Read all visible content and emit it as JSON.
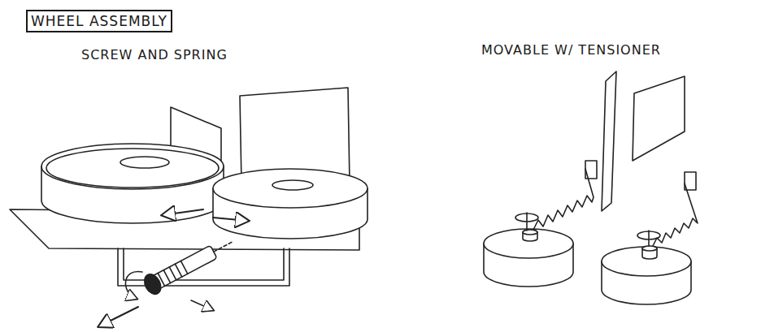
{
  "diagram": {
    "title": "WHEEL ASSEMBLY",
    "labels": [
      "SCREW AND SPRING",
      "MOVABLE W/ TENSIONER"
    ]
  }
}
